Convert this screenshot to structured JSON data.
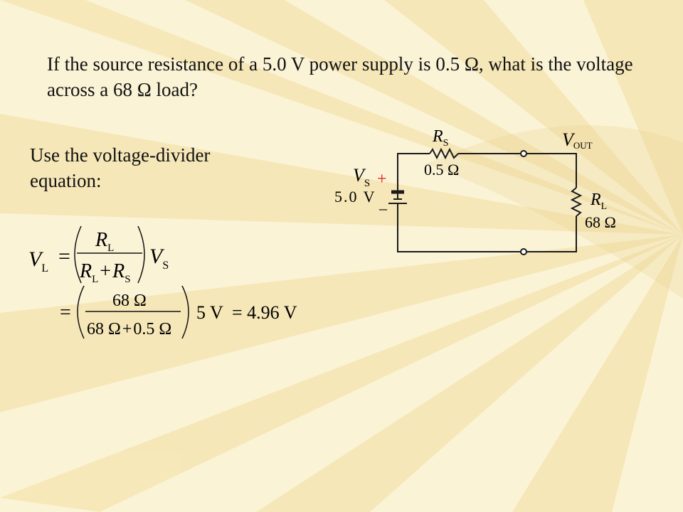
{
  "question": {
    "text": "If the source resistance of a 5.0 V power supply is 0.5 Ω, what is the voltage across a 68 Ω load?"
  },
  "instruction": {
    "line1": "Use the voltage-divider",
    "line2": "equation:"
  },
  "circuit": {
    "source_symbol": "V",
    "source_sub": "S",
    "source_value": "5.0 V",
    "plus": "+",
    "minus": "–",
    "series_r_symbol": "R",
    "series_r_sub": "S",
    "series_r_value": "0.5 Ω",
    "load_r_symbol": "R",
    "load_r_sub": "L",
    "load_r_value": "68 Ω",
    "output_symbol": "V",
    "output_sub": "OUT",
    "plus_color": "#e0201a"
  },
  "equation": {
    "lhs_symbol": "V",
    "lhs_sub": "L",
    "eq_sign": "=",
    "num_symbol": "R",
    "num_sub": "L",
    "den_symbol_1": "R",
    "den_sub_1": "L",
    "den_plus": "+",
    "den_symbol_2": "R",
    "den_sub_2": "S",
    "rhs_symbol": "V",
    "rhs_sub": "S",
    "step_eq_sign": "=",
    "num_value": "68 Ω",
    "den_value_1": "68 Ω",
    "den_value_2": "0.5 Ω",
    "multiplier": "5 V",
    "result_text": "= 4.96 V"
  },
  "colors": {
    "background": "#fbf3d6",
    "stripe": "#f2dfa0",
    "wire": "#1a1a1a"
  }
}
